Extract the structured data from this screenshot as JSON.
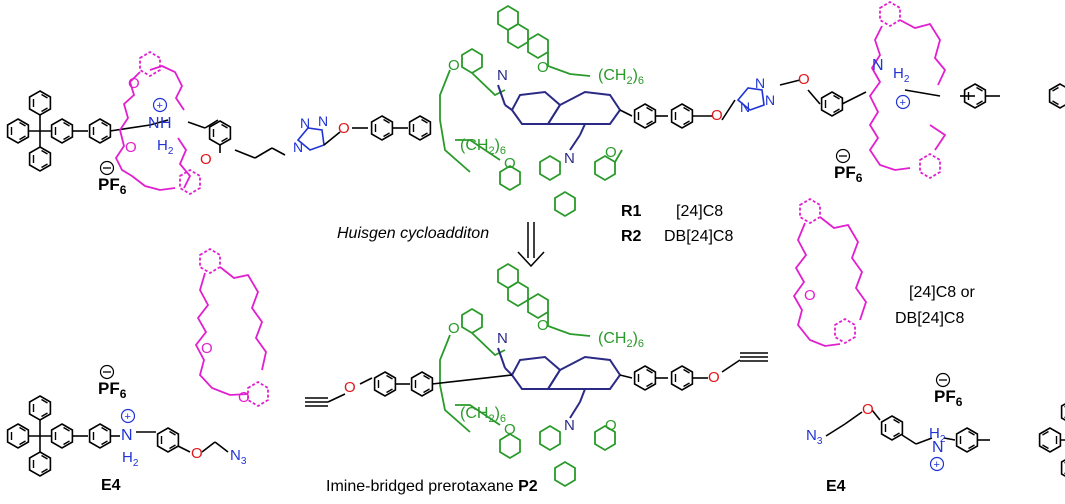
{
  "labels": {
    "r1": "R1",
    "r1_ring": "[24]C8",
    "r2": "R2",
    "r2_ring": "DB[24]C8",
    "reaction": "Huisgen cycloadditon",
    "product_prefix": "Imine-bridged prerotaxane",
    "product_code": "P2",
    "left_stopper": "E4",
    "right_stopper": "E4",
    "crown_choice_line1": "[24]C8 or",
    "crown_choice_line2": "DB[24]C8",
    "counterion": "PF",
    "counterion_sub": "6",
    "chain_label": "(CH",
    "chain_sub": "2",
    "chain_close": ")",
    "chain_n": "6",
    "imine_n": "N",
    "amine_h": "H",
    "amine_h_sub": "2",
    "azide": "N",
    "azide_sub": "3",
    "oxygen": "O"
  },
  "colors": {
    "crown": "#e11fd0",
    "macrocycle": "#2a9a2a",
    "core": "#2b2b86",
    "azide_triazole": "#1f33d6",
    "ether_oxygen": "#e0151b",
    "bonds": "#000000"
  }
}
